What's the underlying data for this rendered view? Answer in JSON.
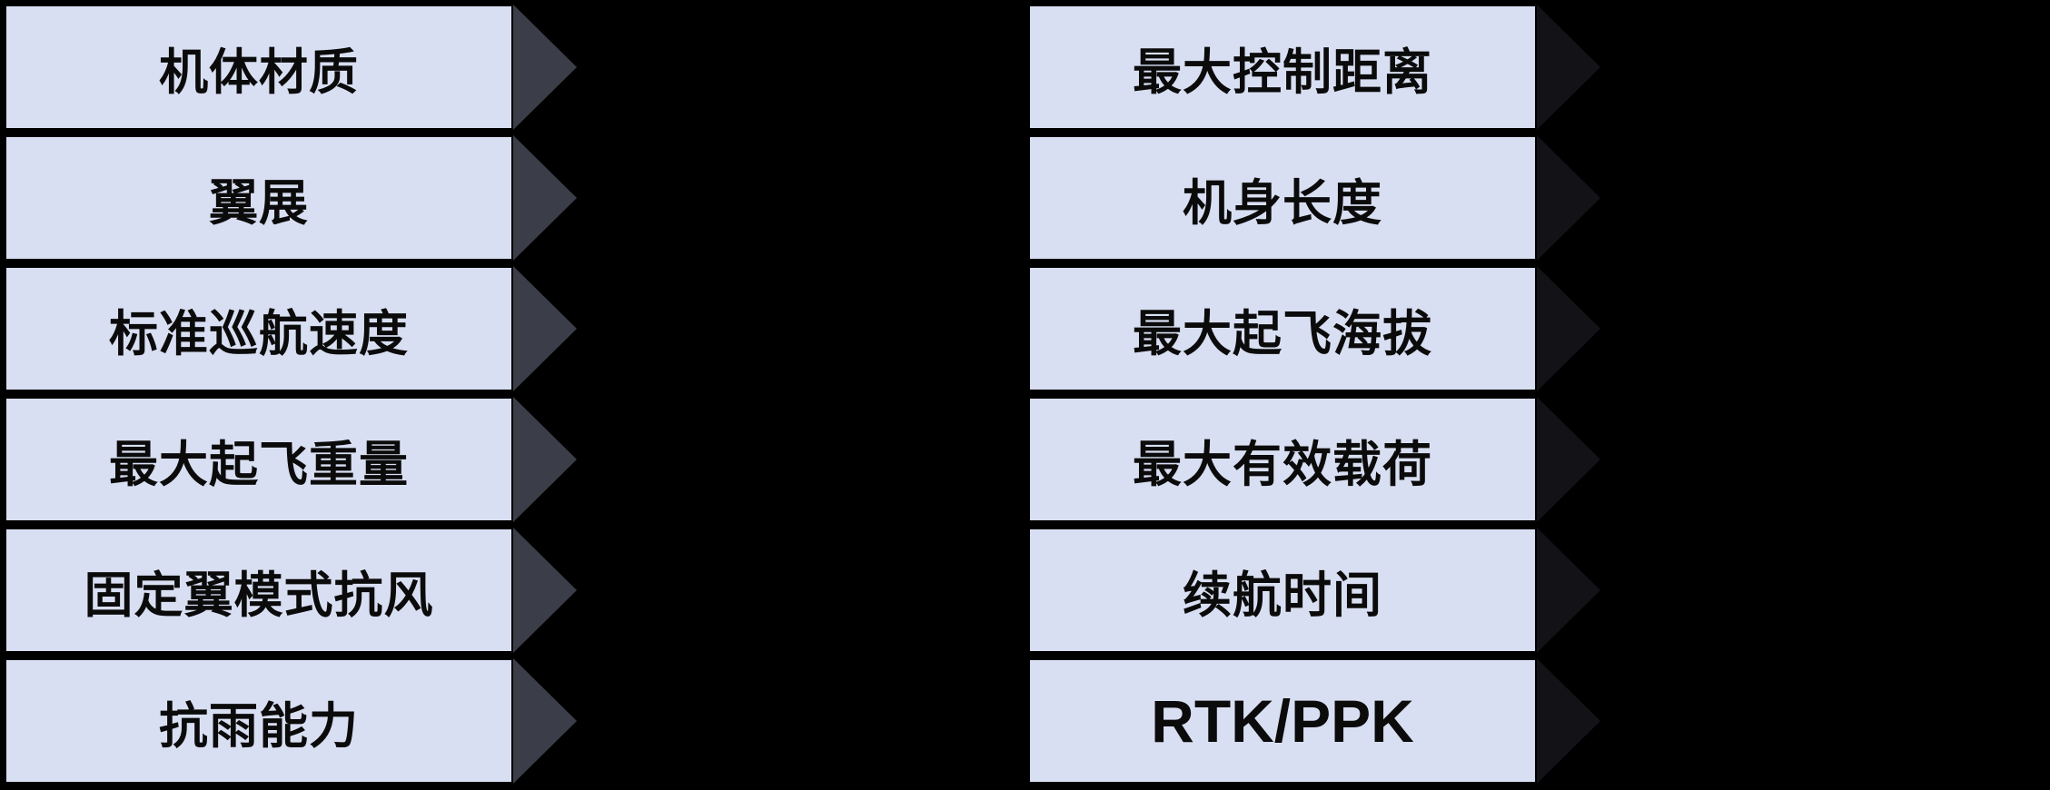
{
  "colors": {
    "background": "#000000",
    "box_fill": "#d9dff2",
    "box_border": "#000000",
    "label_text": "#0b0b0b",
    "left_arrow": "#3b3e48",
    "right_arrow": "#121217"
  },
  "columns": [
    {
      "name": "left",
      "arrow_color": "#3b3e48",
      "items": [
        {
          "label": "机体材质"
        },
        {
          "label": "翼展"
        },
        {
          "label": "标准巡航速度"
        },
        {
          "label": "最大起飞重量"
        },
        {
          "label": "固定翼模式抗风"
        },
        {
          "label": "抗雨能力"
        }
      ]
    },
    {
      "name": "right",
      "arrow_color": "#121217",
      "items": [
        {
          "label": "最大控制距离"
        },
        {
          "label": "机身长度"
        },
        {
          "label": "最大起飞海拔"
        },
        {
          "label": "最大有效载荷"
        },
        {
          "label": "续航时间"
        },
        {
          "label": "RTK/PPK"
        }
      ]
    }
  ]
}
